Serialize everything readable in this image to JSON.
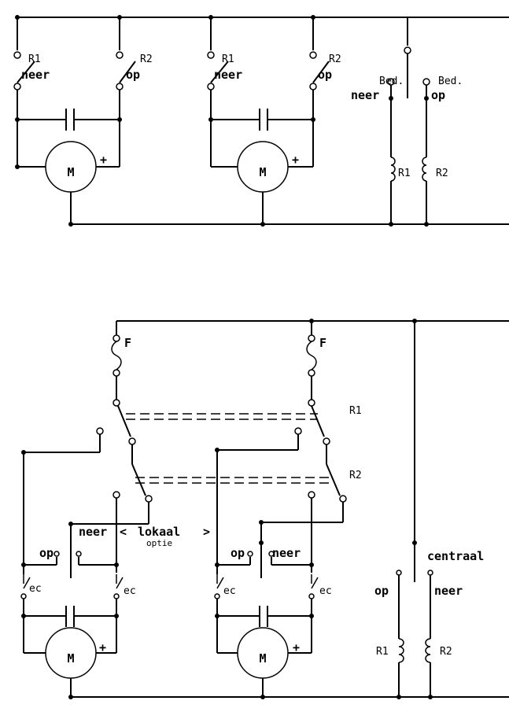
{
  "top": {
    "motor_group_1": {
      "r1": "R1",
      "down": "neer",
      "r2": "R2",
      "up": "op",
      "motor": "M",
      "polarity": "+"
    },
    "motor_group_2": {
      "r1": "R1",
      "down": "neer",
      "r2": "R2",
      "up": "op",
      "motor": "M",
      "polarity": "+"
    },
    "control": {
      "bed_left": "Bed.",
      "bed_right": "Bed.",
      "down": "neer",
      "up": "op",
      "coil_r1": "R1",
      "coil_r2": "R2"
    }
  },
  "bottom": {
    "fuse_left": "F",
    "fuse_right": "F",
    "relay_r1": "R1",
    "relay_r2": "R2",
    "group_1": {
      "up": "op",
      "down": "neer",
      "ec_left": "ec",
      "ec_right": "ec",
      "motor": "M",
      "polarity": "+"
    },
    "group_2": {
      "up": "op",
      "down": "neer",
      "ec_left": "ec",
      "ec_right": "ec",
      "motor": "M",
      "polarity": "+"
    },
    "local_left": "<",
    "local": "lokaal",
    "local_right": ">",
    "option": "optie",
    "central": {
      "label": "centraal",
      "up": "op",
      "down": "neer",
      "coil_r1": "R1",
      "coil_r2": "R2"
    }
  }
}
